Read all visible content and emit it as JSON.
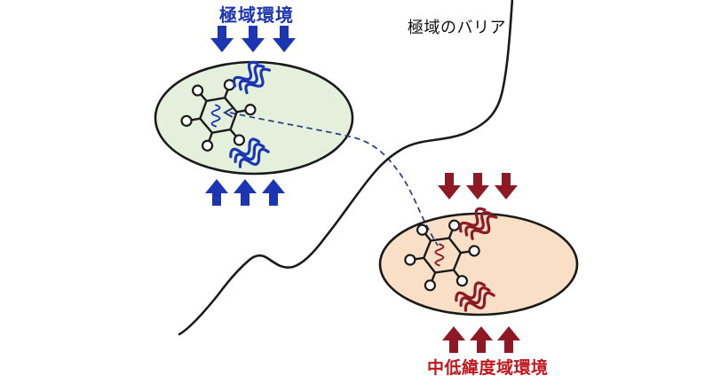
{
  "labels": {
    "polar_env": "極域環境",
    "barrier": "極域のバリア",
    "midlat_env": "中低緯度域環境"
  },
  "colors": {
    "blue": "#1b35b3",
    "maroon": "#8e1823",
    "red-text": "#c3161c",
    "green-fill": "#e4efdc",
    "peach-fill": "#f8dfc6",
    "line": "#1a1a1a",
    "dash": "#263a80",
    "white": "#ffffff"
  }
}
